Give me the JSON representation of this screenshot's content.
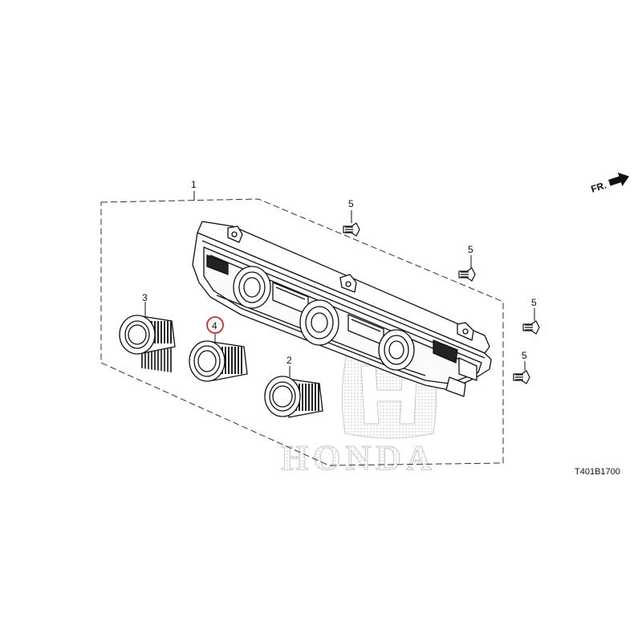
{
  "colors": {
    "line": "#111111",
    "dash": "#333333",
    "watermark": "#d6d6d6",
    "highlight": "#d42a2a"
  },
  "direction": {
    "label": "FR.",
    "icon": "arrow-right-icon"
  },
  "diagram_code": "T401B1700",
  "watermark": {
    "text": "HONDA",
    "icon": "honda-h-logo"
  },
  "callouts": {
    "panel": "1",
    "knob_right": "2",
    "knob_left": "3",
    "knob_middle": "4",
    "screw": "5"
  },
  "selected_part": "4"
}
